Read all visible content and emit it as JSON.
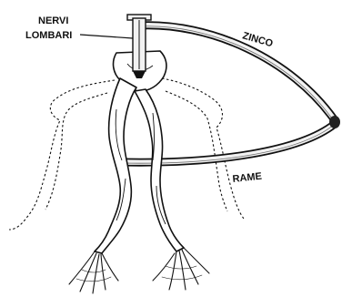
{
  "labels": {
    "nerves_line1": "NERVI",
    "nerves_line2": "LOMBARI",
    "zinc": "ZINCO",
    "copper": "RAME"
  },
  "colors": {
    "ink": "#111111",
    "metal_fill": "#f2f2f2",
    "background": "#ffffff"
  }
}
